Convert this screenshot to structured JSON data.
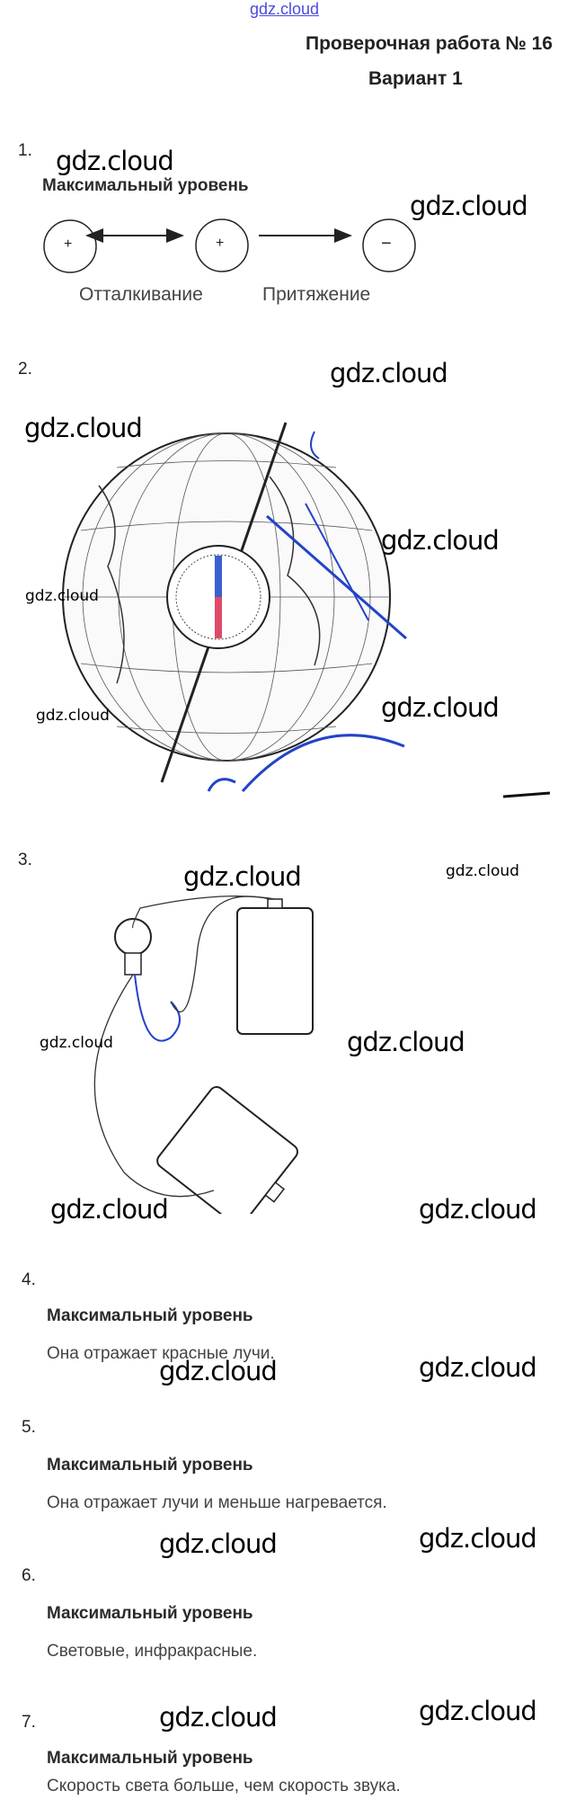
{
  "header": {
    "site_link": "gdz.cloud",
    "title": "Проверочная работа № 16",
    "variant": "Вариант 1"
  },
  "watermark": "gdz.cloud",
  "tasks": [
    {
      "number": "1.",
      "level": "Максимальный уровень",
      "labels": {
        "repulsion": "Отталкивание",
        "attraction": "Притяжение"
      },
      "charges": [
        "+",
        "+",
        "−"
      ]
    },
    {
      "number": "2."
    },
    {
      "number": "3."
    },
    {
      "number": "4.",
      "level": "Максимальный уровень",
      "answer": "Она отражает красные лучи."
    },
    {
      "number": "5.",
      "level": "Максимальный уровень",
      "answer": "Она отражает лучи и меньше нагревается."
    },
    {
      "number": "6.",
      "level": "Максимальный уровень",
      "answer": "Световые, инфракрасные."
    },
    {
      "number": "7.",
      "level": "Максимальный уровень",
      "answer": "Скорость света больше, чем скорость звука."
    }
  ]
}
